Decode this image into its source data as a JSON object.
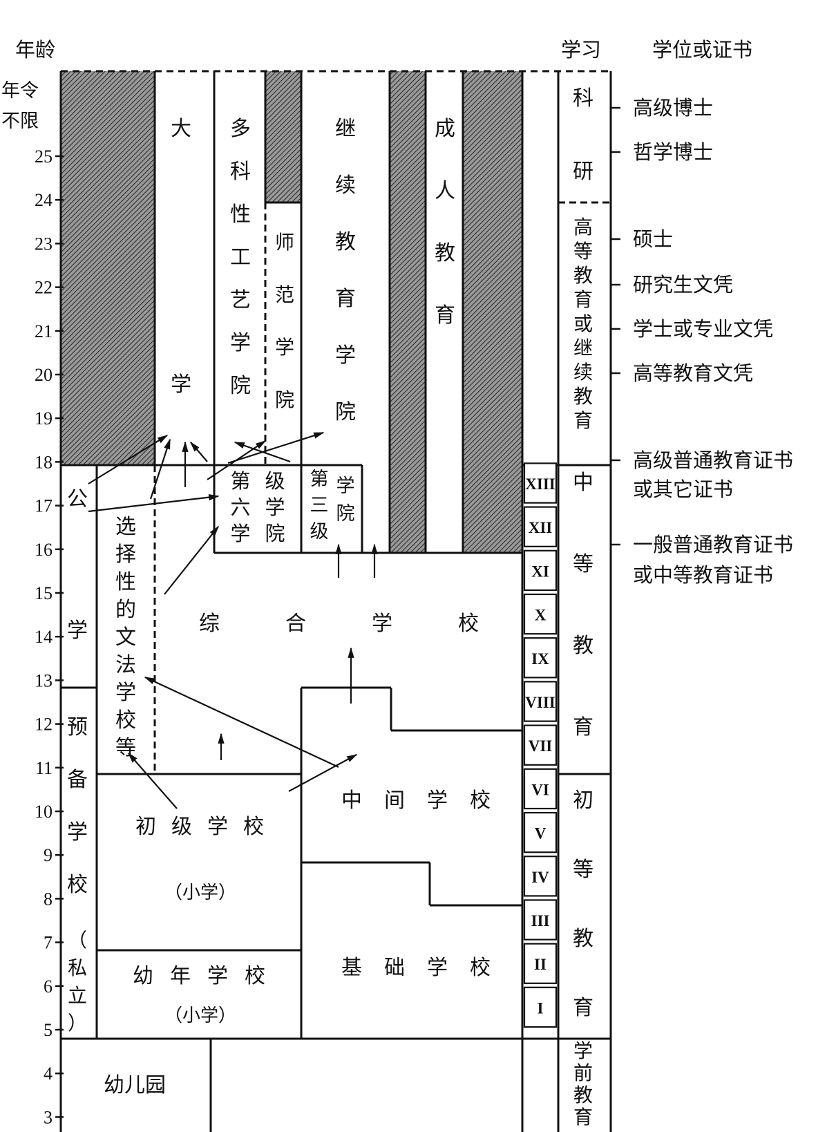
{
  "headers": {
    "age": "年龄",
    "study": "学习",
    "degree": "学位或证书"
  },
  "age_axis": {
    "top_label_1": "年令",
    "top_label_2": "不限",
    "ticks": [
      "25",
      "24",
      "23",
      "22",
      "21",
      "20",
      "19",
      "18",
      "17",
      "16",
      "15",
      "14",
      "13",
      "12",
      "11",
      "10",
      "9",
      "8",
      "7",
      "6",
      "5",
      "4",
      "3"
    ]
  },
  "institutions": {
    "university": "大学",
    "polytechnic": "多科性工艺学院",
    "teacher_college": "师范学院",
    "further_education_college": "继续教育学院",
    "adult_education": "成人教育",
    "sixth_form": "第六学",
    "sixth_form_college": "级学院",
    "tertiary_college": "第三级",
    "tertiary_college_2": "学院",
    "public_school": "公学",
    "prep_school": "预备学校",
    "private": "（私立）",
    "grammar_school": "选择性的文法学校等",
    "comprehensive": "综合学校",
    "middle_school": "中间学校",
    "junior_school": "初级学校",
    "junior_school_sub": "（小学）",
    "infant_school": "幼年学校",
    "infant_school_sub": "（小学）",
    "first_school": "基础学校",
    "kindergarten": "幼儿园"
  },
  "year_numerals": [
    "XIII",
    "XII",
    "XI",
    "X",
    "IX",
    "VIII",
    "VII",
    "VI",
    "V",
    "IV",
    "III",
    "II",
    "I"
  ],
  "study_stages": {
    "research": "科研",
    "higher": "高等教育或继续教育",
    "secondary": "中等教育",
    "primary": "初等教育",
    "preschool": "学前教育"
  },
  "degrees": [
    "高级博士",
    "哲学博士",
    "硕士",
    "研究生文凭",
    "学士或专业文凭",
    "高等教育文凭",
    "高级普通教育证书",
    "或其它证书",
    "一般普通教育证书",
    "或中等教育证书"
  ],
  "colors": {
    "ink": "#111111",
    "hatch": "#555555",
    "paper": "#ffffff"
  }
}
